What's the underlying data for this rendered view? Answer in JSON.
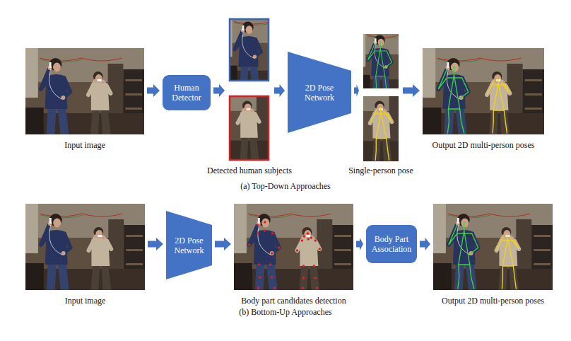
{
  "diagram": {
    "nodes": [
      {
        "text": [
          "Input image"
        ]
      },
      {
        "text": [
          "Human Detector"
        ]
      },
      {
        "text": [
          "Detected human subjects"
        ]
      },
      {
        "text": [
          "2D Pose Network"
        ]
      },
      {
        "text": [
          "Single-person pose"
        ]
      },
      {
        "text": [
          "Output 2D multi-person poses"
        ]
      },
      {
        "text": [
          "Input image"
        ]
      },
      {
        "text": [
          "2D Pose Network"
        ]
      },
      {
        "text": [
          "Body part candidates detection"
        ]
      },
      {
        "text": [
          "Body Part Association"
        ]
      },
      {
        "text": [
          "Output 2D multi-person poses"
        ]
      }
    ],
    "edges": [
      {
        "from": 0,
        "to": 1,
        "arrow": "to"
      },
      {
        "from": 1,
        "to": 2,
        "arrow": "to"
      },
      {
        "from": 2,
        "to": 3,
        "arrow": "to"
      },
      {
        "from": 3,
        "to": 4,
        "arrow": "to"
      },
      {
        "from": 4,
        "to": 5,
        "arrow": "to"
      },
      {
        "from": 6,
        "to": 7,
        "arrow": "to"
      },
      {
        "from": 7,
        "to": 8,
        "arrow": "to"
      },
      {
        "from": 8,
        "to": 9,
        "arrow": "to"
      },
      {
        "from": 9,
        "to": 10,
        "arrow": "to"
      }
    ],
    "labels": [
      "(a) Top-Down Approaches",
      "(b) Bottom-Up Approaches"
    ]
  }
}
